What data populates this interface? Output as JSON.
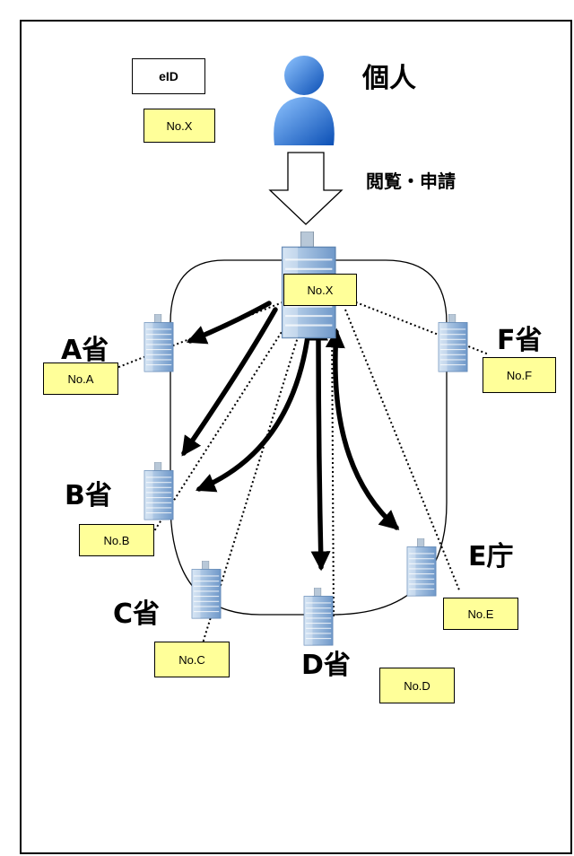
{
  "colors": {
    "tag_fill": "#ffff99",
    "person_blue": "#1f6fd6",
    "building_blue": "#8fb3d9",
    "line": "#000000"
  },
  "icons": {
    "person": "person-icon",
    "building": "building-icon"
  },
  "eid_label": "eID",
  "id_tag": "No.X",
  "person_label": "個人",
  "action_label": "閲覧・申請",
  "central_tag": "No.X",
  "nodes": [
    {
      "label": "A省",
      "tag": "No.A"
    },
    {
      "label": "B省",
      "tag": "No.B"
    },
    {
      "label": "C省",
      "tag": "No.C"
    },
    {
      "label": "D省",
      "tag": "No.D"
    },
    {
      "label": "E庁",
      "tag": "No.E"
    },
    {
      "label": "F省",
      "tag": "No.F"
    }
  ]
}
